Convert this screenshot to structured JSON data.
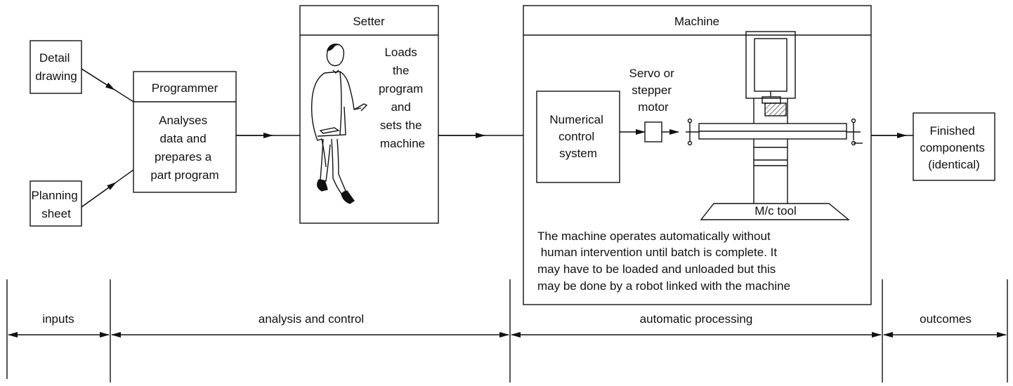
{
  "inputs": {
    "detail_drawing": [
      "Detail",
      "drawing"
    ],
    "planning_sheet": [
      "Planning",
      "sheet"
    ]
  },
  "programmer": {
    "title": "Programmer",
    "body": [
      "Analyses",
      "data and",
      "prepares a",
      "part program"
    ]
  },
  "setter": {
    "title": "Setter",
    "body": [
      "Loads",
      "the",
      "program",
      "and",
      "sets the",
      "machine"
    ]
  },
  "machine": {
    "title": "Machine",
    "nc_system": [
      "Numerical",
      "control",
      "system"
    ],
    "motor": [
      "Servo or",
      "stepper",
      "motor"
    ],
    "tool_label": "M/c tool",
    "note": [
      "The machine operates automatically without",
      " human intervention until batch is complete. It",
      "may have to be loaded and unloaded but this",
      "may be done by a robot linked with the machine"
    ]
  },
  "outcome": {
    "body": [
      "Finished",
      "components",
      "(identical)"
    ]
  },
  "phases": {
    "inputs": "inputs",
    "analysis": "analysis and control",
    "automatic": "automatic processing",
    "outcomes": "outcomes"
  },
  "colors": {
    "ink": "#111111",
    "hatch": "#333333"
  }
}
